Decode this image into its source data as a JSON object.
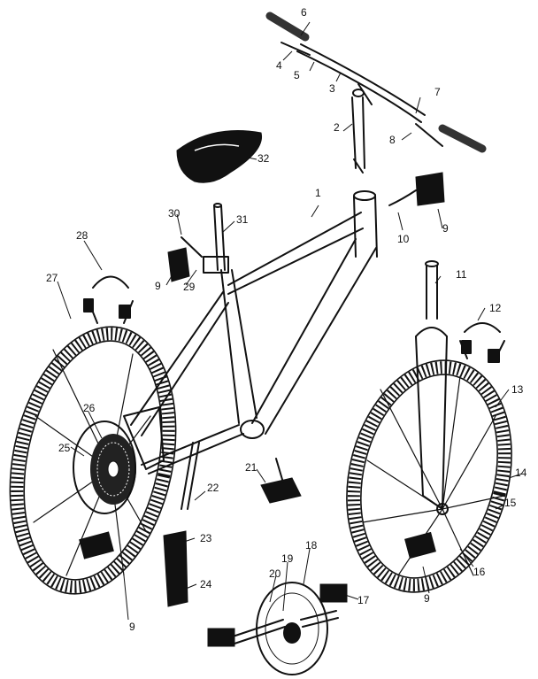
{
  "diagram": {
    "callouts": {
      "c1": "1",
      "c2": "2",
      "c3": "3",
      "c4": "4",
      "c5": "5",
      "c6": "6",
      "c7": "7",
      "c8": "8",
      "c9a": "9",
      "c9b": "9",
      "c9c": "9",
      "c9d": "9",
      "c10": "10",
      "c11": "11",
      "c12": "12",
      "c13": "13",
      "c14": "14",
      "c15": "15",
      "c16": "16",
      "c17": "17",
      "c18": "18",
      "c19": "19",
      "c20": "20",
      "c21": "21",
      "c22": "22",
      "c23": "23",
      "c24": "24",
      "c25": "25",
      "c26": "26",
      "c27": "27",
      "c28": "28",
      "c29": "29",
      "c30": "30",
      "c31": "31",
      "c32": "32"
    },
    "parts": {
      "1": "frame",
      "2": "stem",
      "3": "handlebar",
      "4": "brake-lever-left",
      "5": "shifter-left",
      "6": "grip-left",
      "7": "shifter-right",
      "8": "brake-lever-right",
      "9": "reflector",
      "10": "reflector-bracket",
      "11": "front-fork",
      "12": "front-brake-caliper",
      "13": "front-wheel-spokes",
      "14": "front-tire",
      "15": "front-rim",
      "16": "front-hub",
      "17": "pedal",
      "18": "chainring",
      "19": "crank-guard",
      "20": "crank-arm",
      "21": "front-derailleur",
      "22": "kickstand",
      "23": "rear-derailleur",
      "24": "derailleur-hanger",
      "25": "rear-hub",
      "26": "freewheel",
      "27": "rear-wheel",
      "28": "rear-brake-caliper",
      "29": "seat-clamp",
      "30": "clamp-bolt",
      "31": "seatpost",
      "32": "saddle"
    }
  }
}
